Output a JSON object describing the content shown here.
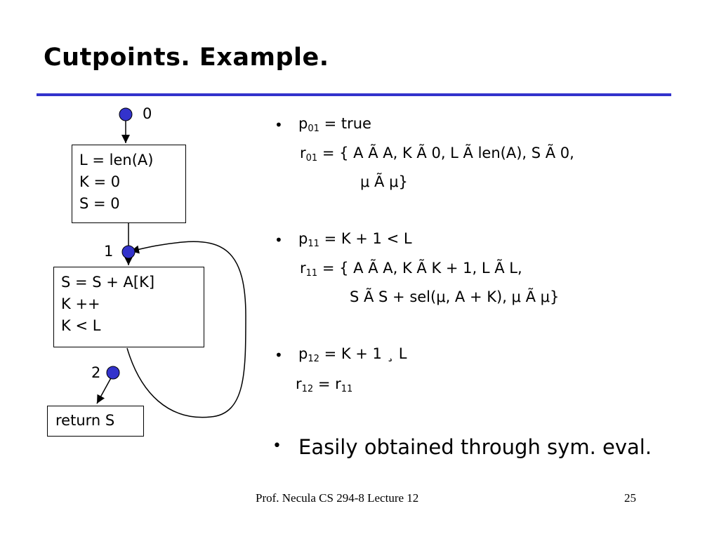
{
  "title": "Cutpoints. Example.",
  "colors": {
    "rule": "#3333cc",
    "node": "#3333cc"
  },
  "diagram": {
    "nodes": [
      {
        "id": "0",
        "label": "0"
      },
      {
        "id": "1",
        "label": "1"
      },
      {
        "id": "2",
        "label": "2"
      }
    ],
    "boxes": [
      {
        "id": "init",
        "lines": [
          "L = len(A)",
          "K = 0",
          "S = 0"
        ]
      },
      {
        "id": "body",
        "lines": [
          "S = S + A[K]",
          "K ++",
          "K < L"
        ]
      },
      {
        "id": "ret",
        "lines": [
          "return S"
        ]
      }
    ]
  },
  "bullets": [
    {
      "p": {
        "base": "p",
        "sub": "01",
        "rest": " = true"
      },
      "r_line1": {
        "base": "r",
        "sub": "01",
        "rest": " = { A Ã A, K Ã 0, L Ã len(A), S Ã 0,"
      },
      "r_line2": "μ Ã μ}"
    },
    {
      "p": {
        "base": "p",
        "sub": "11",
        "rest": " = K + 1 < L"
      },
      "r_line1": {
        "base": "r",
        "sub": "11",
        "rest": " = { A Ã A, K Ã K + 1, L Ã L,"
      },
      "r_line2": "S Ã S + sel(μ, A + K), μ Ã μ}"
    },
    {
      "p": {
        "base": "p",
        "sub": "12",
        "rest": " = K + 1 ¸ L"
      },
      "r_line1": {
        "base": "r",
        "sub": "12",
        "mid": " = r",
        "sub2": "11"
      }
    }
  ],
  "conclusion": "Easily obtained through sym. eval.",
  "bullet_glyph": "•",
  "footer": {
    "text": "Prof.  Necula  CS 294-8  Lecture 12",
    "page": "25"
  }
}
